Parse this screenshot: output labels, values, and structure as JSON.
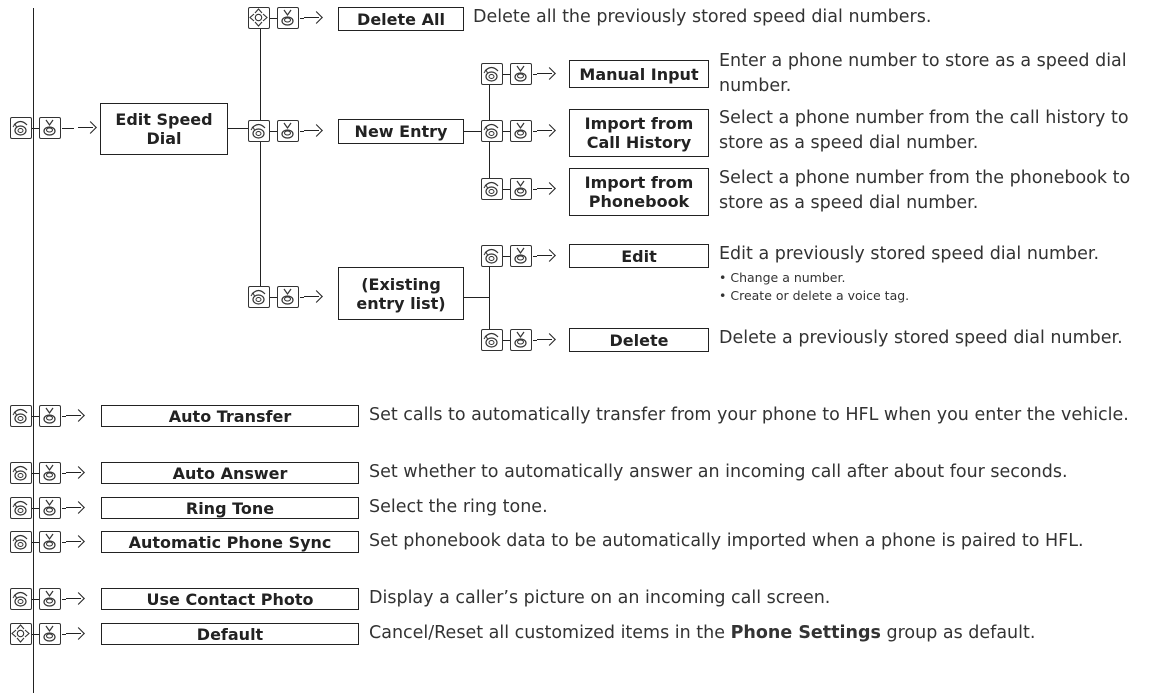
{
  "edit_speed_dial": {
    "label": "Edit Speed\nDial",
    "delete_all": {
      "label": "Delete All",
      "desc": "Delete all the previously stored speed dial numbers."
    },
    "new_entry": {
      "label": "New Entry",
      "manual_input": {
        "label": "Manual Input",
        "desc": "Enter a phone number to store as a speed dial number."
      },
      "import_call_history": {
        "label": "Import from\nCall History",
        "desc": "Select a phone number from the call history to store as a speed dial number."
      },
      "import_phonebook": {
        "label": "Import from\nPhonebook",
        "desc": "Select a phone number from the phonebook to store as a speed dial number."
      }
    },
    "existing": {
      "label": "(Existing\nentry list)",
      "edit": {
        "label": "Edit",
        "desc": "Edit a previously stored speed dial number.",
        "bullets": [
          "Change a number.",
          "Create or delete a voice tag."
        ]
      },
      "delete": {
        "label": "Delete",
        "desc": "Delete a previously stored speed dial number."
      }
    }
  },
  "settings": [
    {
      "label": "Auto Transfer",
      "desc": "Set calls to automatically transfer from your phone to HFL when you enter the vehicle."
    },
    {
      "label": "Auto Answer",
      "desc": "Set whether to automatically answer an incoming call after about four seconds."
    },
    {
      "label": "Ring Tone",
      "desc": "Select the ring tone."
    },
    {
      "label": "Automatic Phone Sync",
      "desc": "Set phonebook data to be automatically imported when a phone is paired to HFL."
    },
    {
      "label": "Use Contact Photo",
      "desc": "Display a caller’s picture on an incoming call screen."
    },
    {
      "label": "Default",
      "desc_before": "Cancel/Reset all customized items in the ",
      "desc_bold": "Phone Settings",
      "desc_after": " group as default."
    }
  ],
  "icons": [
    "rotate-knob-icon",
    "press-knob-icon",
    "move-knob-icon"
  ]
}
